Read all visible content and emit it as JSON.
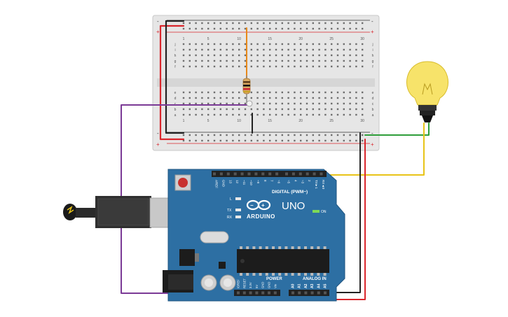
{
  "breadboard": {
    "plus": "+",
    "minus": "-",
    "columns": [
      "1",
      "",
      "",
      "",
      "5",
      "",
      "",
      "",
      "",
      "10",
      "",
      "",
      "",
      "",
      "15",
      "",
      "",
      "",
      "",
      "20",
      "",
      "",
      "",
      "",
      "25",
      "",
      "",
      "",
      "",
      "30"
    ],
    "rows_top": [
      "j",
      "i",
      "h",
      "g",
      "f"
    ],
    "rows_bottom": [
      "e",
      "d",
      "c",
      "b",
      "a"
    ]
  },
  "arduino": {
    "brand": "ARDUINO",
    "model": "UNO",
    "on_label": "ON",
    "digital_label": "DIGITAL (PWM~)",
    "power_label": "POWER",
    "analog_label": "ANALOG IN",
    "led_labels": [
      "L",
      "TX",
      "RX"
    ],
    "digital_pins": [
      "AREF",
      "GND",
      "13",
      "12",
      "~11",
      "~10",
      "~9",
      "8",
      "7",
      "~6",
      "~5",
      "4",
      "~3",
      "2",
      "TX►1",
      "RX◄0"
    ],
    "power_pins": [
      "IOREF",
      "RESET",
      "3.3V",
      "5V",
      "GND",
      "GND",
      "Vin"
    ],
    "analog_pins": [
      "A0",
      "A1",
      "A2",
      "A3",
      "A4",
      "A5"
    ]
  },
  "colors": {
    "board": "#2d6fa3",
    "breadboard": "#e6e6e6",
    "wire_red": "#d9262c",
    "wire_black": "#222222",
    "wire_purple": "#7b3a96",
    "wire_green": "#2f9e3a",
    "wire_yellow": "#e8c419",
    "wire_orange": "#e8891a",
    "bulb": "#f7e36a"
  }
}
